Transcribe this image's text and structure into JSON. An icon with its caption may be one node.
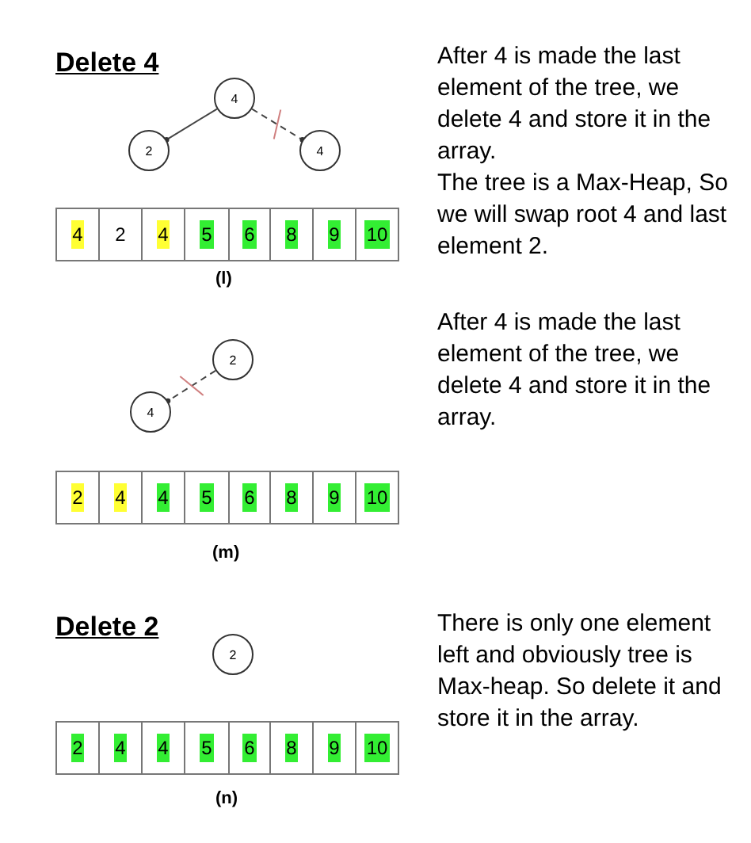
{
  "diagram": {
    "nodes": [
      {
        "text": [
          "4"
        ]
      },
      {
        "text": [
          "2"
        ]
      },
      {
        "text": [
          "4"
        ]
      },
      {
        "text": [
          "2"
        ]
      },
      {
        "text": [
          "4"
        ]
      },
      {
        "text": [
          "2"
        ]
      }
    ],
    "edges": [
      {
        "from": 0,
        "to": 1,
        "arrow": "other"
      },
      {
        "from": 0,
        "to": 2,
        "arrow": "other",
        "style": "dashed"
      },
      {
        "from": 3,
        "to": 4,
        "arrow": "other",
        "style": "dashed"
      }
    ],
    "labels": [
      "Delete 4",
      "After 4 is made the last element of the tree, we delete 4 and store it in the array.",
      "The tree is a Max-Heap, So we will swap root 4 and last element 2.",
      "4",
      "2",
      "4",
      "5",
      "6",
      "8",
      "9",
      "10",
      "(l)",
      "After 4 is made the last element of the tree, we delete 4 and store it in the array.",
      "2",
      "4",
      "4",
      "5",
      "6",
      "8",
      "9",
      "10",
      "(m)",
      "Delete 2",
      "There is only one element left and obviously tree is Max-heap. So delete it and store it in the array.",
      "2",
      "4",
      "4",
      "5",
      "6",
      "8",
      "9",
      "10",
      "(n)"
    ]
  }
}
